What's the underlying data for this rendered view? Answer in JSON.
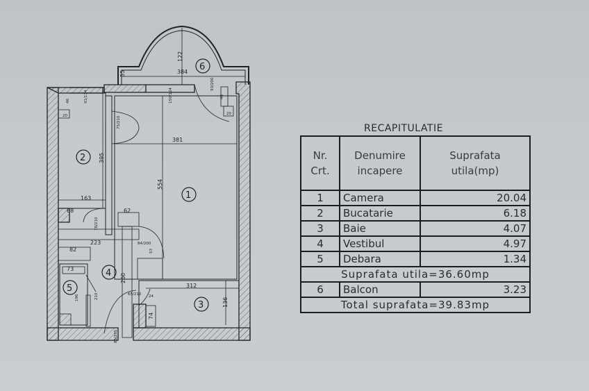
{
  "plan": {
    "rooms": [
      {
        "id": "1",
        "label": "1"
      },
      {
        "id": "2",
        "label": "2"
      },
      {
        "id": "3",
        "label": "3"
      },
      {
        "id": "4",
        "label": "4"
      },
      {
        "id": "5",
        "label": "5"
      },
      {
        "id": "6",
        "label": "6"
      }
    ],
    "dimensions": {
      "balcon_width": "384",
      "balcon_depth": "122",
      "balcon_left": "55",
      "door_top": "150/124",
      "door_right_a": "93/200",
      "door_right_b": "46",
      "door_right_c": "20",
      "kitchen_window": "91/134",
      "kitchen_46": "46",
      "kitchen_20": "20",
      "kitchen_door": "75/210",
      "kitchen_height": "395",
      "kitchen_width": "163",
      "kitchen_68": "68",
      "camera_width": "381",
      "camera_height": "554",
      "hall_62": "62",
      "hall_door_78": "78/210",
      "hall_door_84": "84/200",
      "hall_53": "53",
      "hall_223": "223",
      "hall_82": "82",
      "debara_73": "73",
      "debara_196": "196",
      "debara_210": "210",
      "vest_260": "260",
      "bath_door": "65/210",
      "bath_24": "24",
      "bath_74": "74",
      "bath_width": "312",
      "bath_height": "136",
      "entry_door": "86/205"
    }
  },
  "recap": {
    "title": "RECAPITULATIE",
    "headers": {
      "nr_line1": "Nr.",
      "nr_line2": "Crt.",
      "name_line1": "Denumire",
      "name_line2": "incapere",
      "area_line1": "Suprafata",
      "area_line2": "utila(mp)"
    },
    "rows": [
      {
        "nr": "1",
        "name": "Camera",
        "area": "20.04"
      },
      {
        "nr": "2",
        "name": "Bucatarie",
        "area": "6.18"
      },
      {
        "nr": "3",
        "name": "Baie",
        "area": "4.07"
      },
      {
        "nr": "4",
        "name": "Vestibul",
        "area": "4.97"
      },
      {
        "nr": "5",
        "name": "Debara",
        "area": "1.34"
      }
    ],
    "subtotal": "Suprafata utila=36.60mp",
    "balcony_row": {
      "nr": "6",
      "name": "Balcon",
      "area": "3.23"
    },
    "total": "Total suprafata=39.83mp"
  }
}
